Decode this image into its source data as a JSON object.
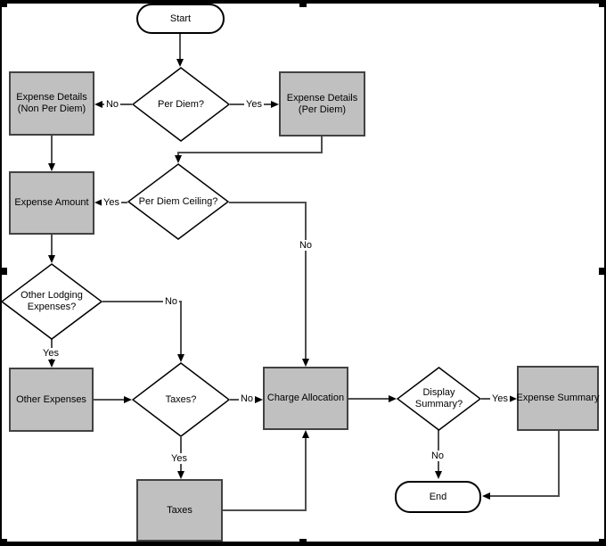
{
  "diagram": {
    "nodes": {
      "start": "Start",
      "per_diem": "Per Diem?",
      "expense_details_non": "Expense Details\n(Non Per Diem)",
      "expense_details_per": "Expense Details\n(Per Diem)",
      "expense_amount": "Expense Amount",
      "per_diem_ceiling": "Per Diem Ceiling?",
      "other_lodging": "Other Lodging\nExpenses?",
      "other_expenses": "Other Expenses",
      "taxes_q": "Taxes?",
      "charge_allocation": "Charge Allocation",
      "taxes": "Taxes",
      "display_summary": "Display\nSummary?",
      "expense_summary": "Expense Summary",
      "end": "End"
    },
    "labels": {
      "per_diem_no": "No",
      "per_diem_yes": "Yes",
      "ceiling_yes": "Yes",
      "ceiling_no": "No",
      "lodging_no": "No",
      "lodging_yes": "Yes",
      "taxes_no": "No",
      "taxes_yes": "Yes",
      "display_yes": "Yes",
      "display_no": "No"
    },
    "colors": {
      "box_fill": "#c0c0c0",
      "box_border": "#424242",
      "shape_border": "#000000",
      "line": "#4f4f4f",
      "arrow": "#000000",
      "frame": "#000000"
    }
  }
}
